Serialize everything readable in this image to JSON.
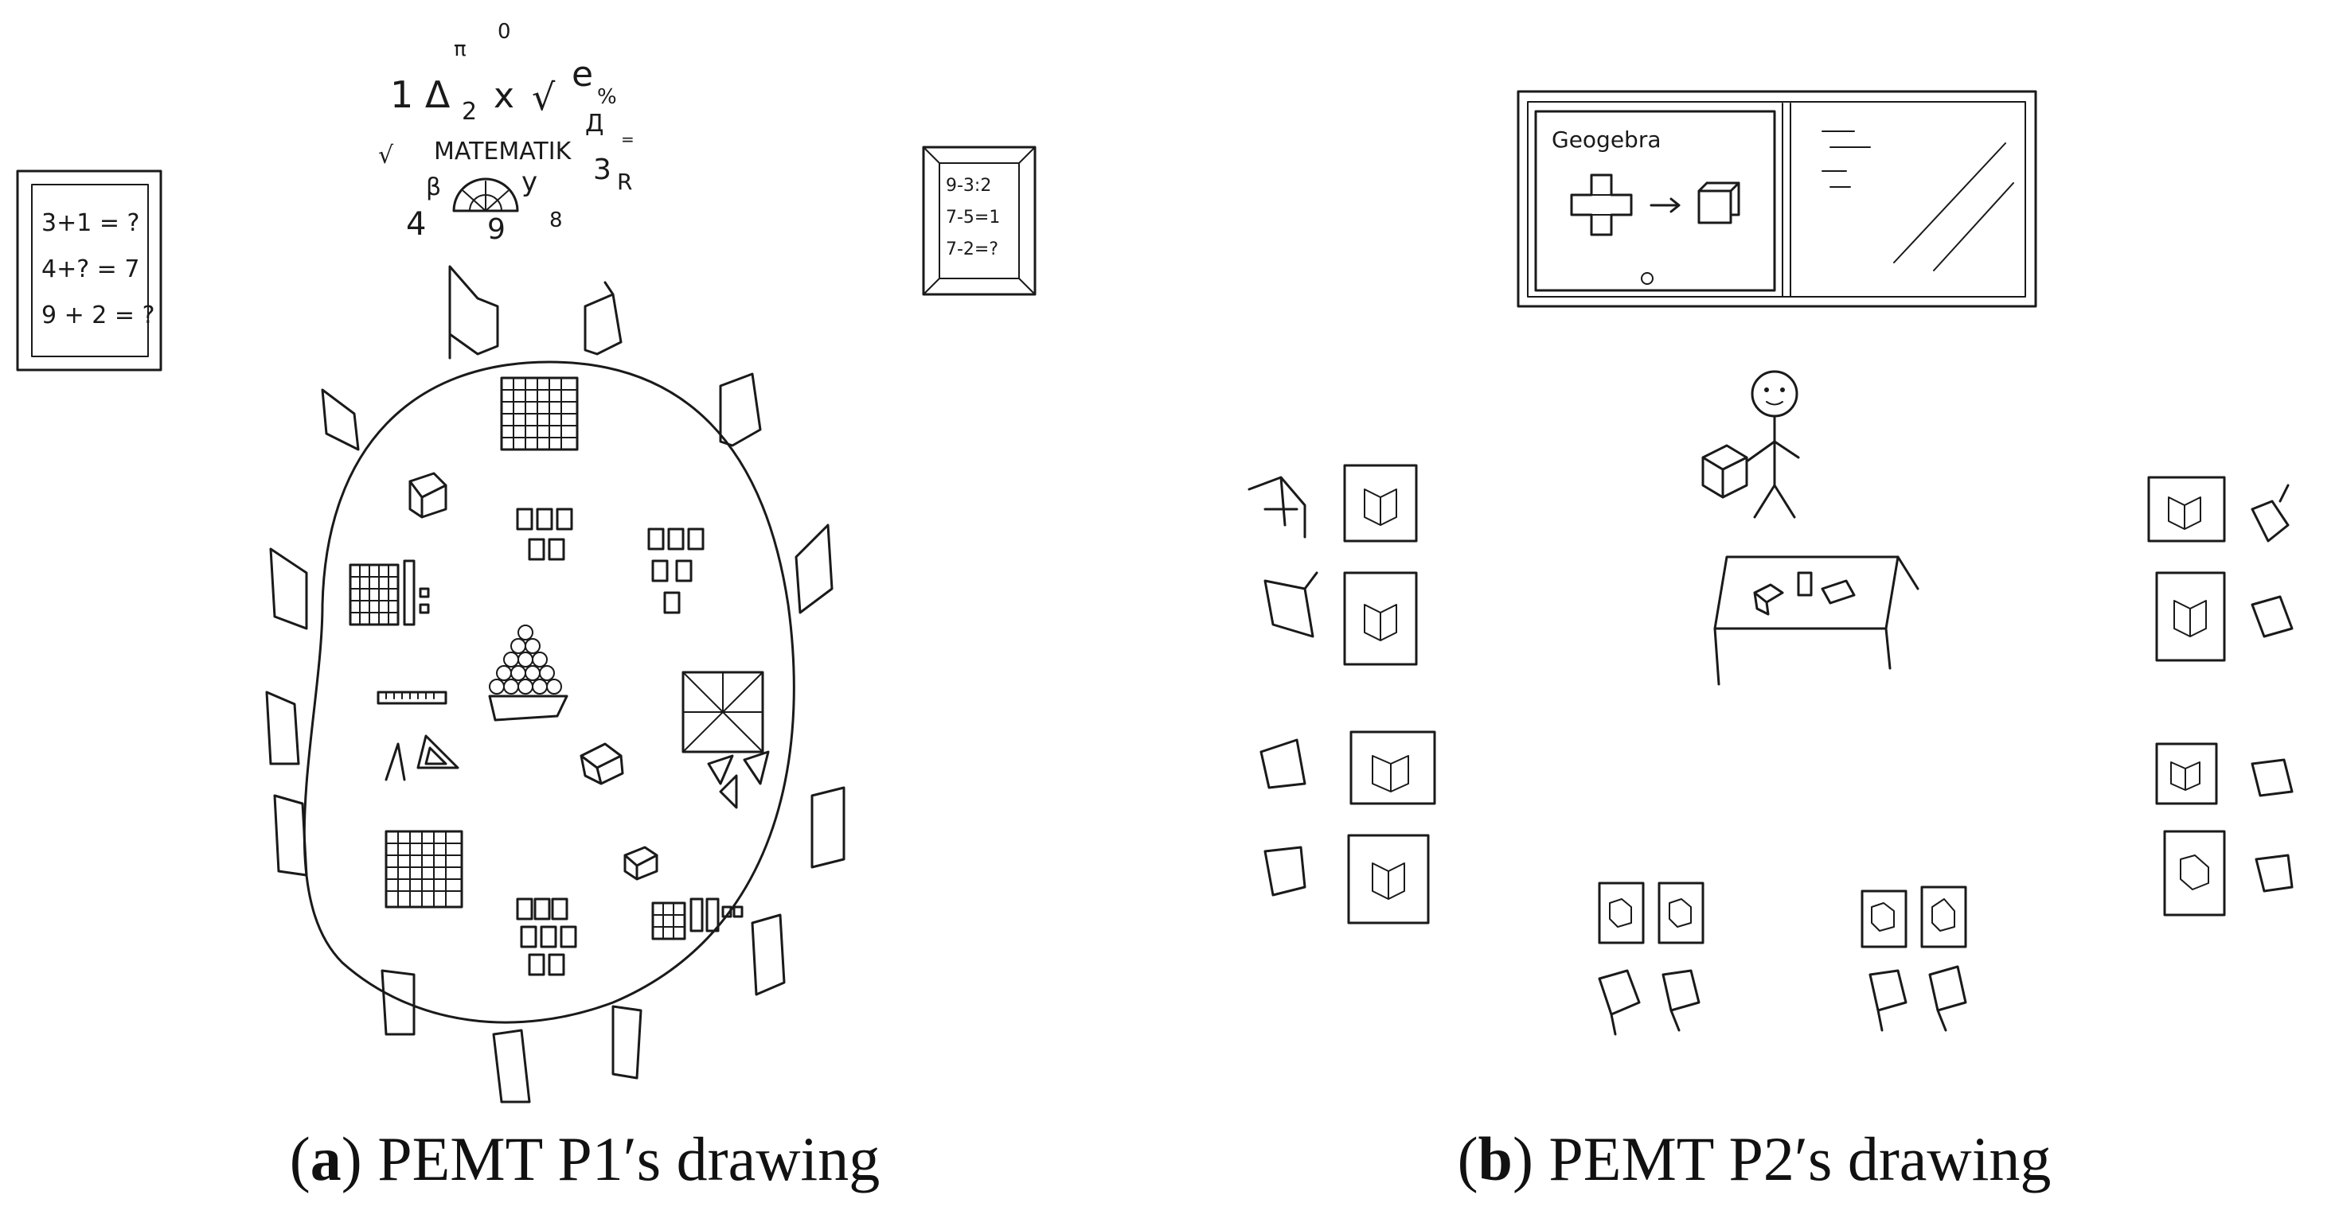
{
  "panel_a": {
    "caption_letter": "a",
    "caption_text": "PEMT P1′s drawing",
    "left_board_lines": [
      "3+1 = ?",
      "4+? = 7",
      "9 + 2 = ?"
    ],
    "right_board_lines": [
      "9-3:2",
      "7-5=1",
      "7-2=?"
    ],
    "math_word": "MATEMATIK"
  },
  "panel_b": {
    "caption_letter": "b",
    "caption_text": "PEMT P2′s drawing",
    "screen_title": "Geogebra"
  }
}
